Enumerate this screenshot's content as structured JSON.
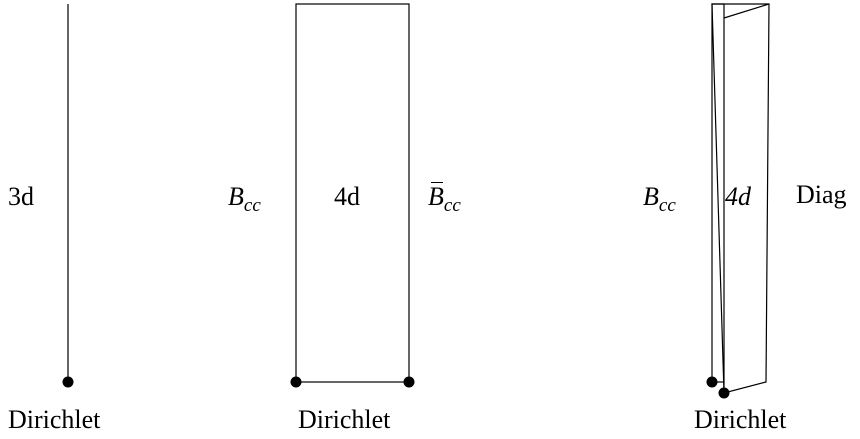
{
  "panels": [
    {
      "name": "3d",
      "left_label": "3d",
      "bottom_label": "Dirichlet"
    },
    {
      "name": "4d",
      "left_base": "B",
      "left_sub": "cc",
      "center_label": "4d",
      "right_base": "B",
      "right_sub": "cc",
      "bottom_label": "Dirichlet"
    },
    {
      "name": "4d-diag",
      "left_base": "B",
      "left_sub": "cc",
      "center_label": "4d",
      "right_label": "Diag",
      "bottom_label": "Dirichlet"
    }
  ],
  "colors": {
    "stroke": "#000000",
    "dot": "#000000",
    "background": "#ffffff"
  }
}
